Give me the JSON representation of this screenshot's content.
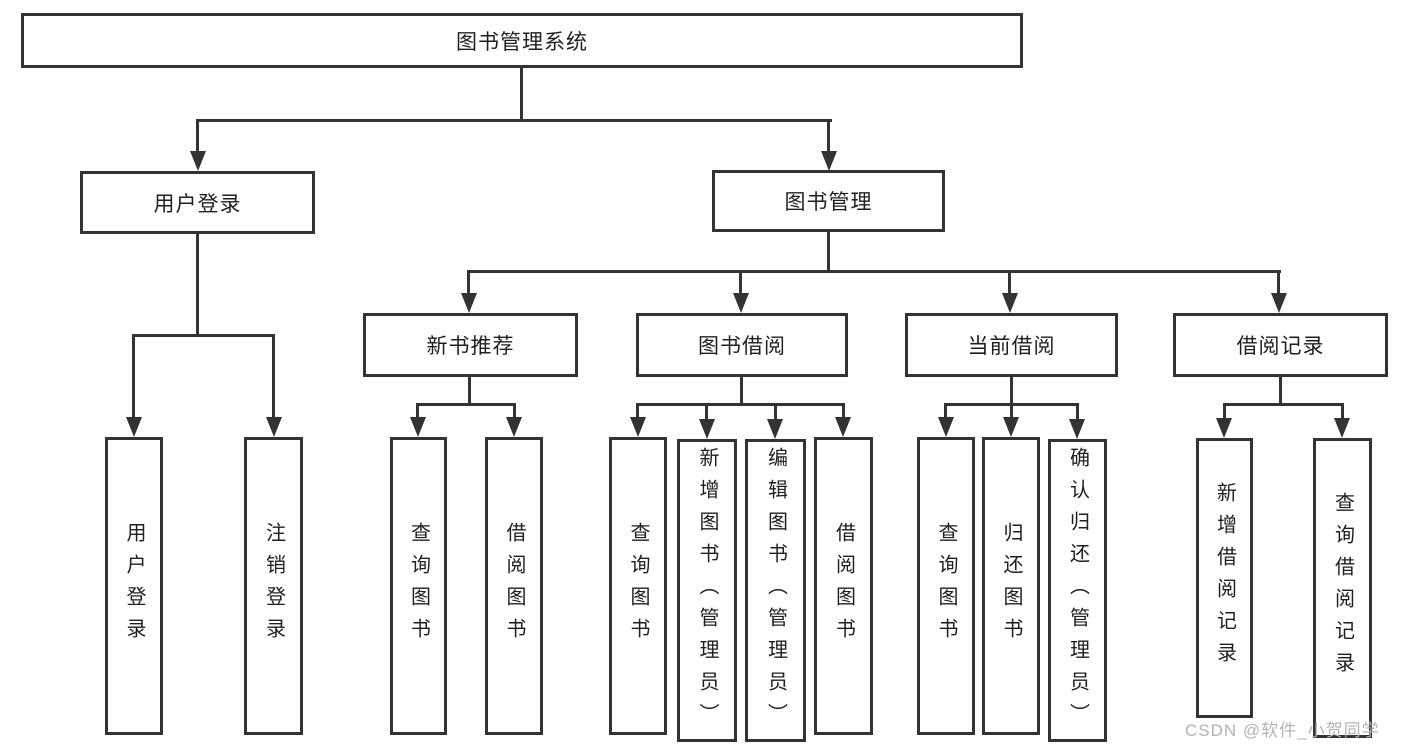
{
  "diagram": {
    "type": "tree",
    "title": "图书管理系统",
    "colors": {
      "line": "#333333",
      "text": "#1f1f1f",
      "watermark": "#b3b3b3",
      "background": "#ffffff"
    },
    "tree": {
      "root": {
        "label": "图书管理系统",
        "children": [
          {
            "label": "用户登录",
            "children": [
              {
                "label": "用户登录"
              },
              {
                "label": "注销登录"
              }
            ]
          },
          {
            "label": "图书管理",
            "children": [
              {
                "label": "新书推荐",
                "children": [
                  {
                    "label": "查询图书"
                  },
                  {
                    "label": "借阅图书"
                  }
                ]
              },
              {
                "label": "图书借阅",
                "children": [
                  {
                    "label": "查询图书"
                  },
                  {
                    "label": "新增图书（管理员）"
                  },
                  {
                    "label": "编辑图书（管理员）"
                  },
                  {
                    "label": "借阅图书"
                  }
                ]
              },
              {
                "label": "当前借阅",
                "children": [
                  {
                    "label": "查询图书"
                  },
                  {
                    "label": "归还图书"
                  },
                  {
                    "label": "确认归还（管理员）"
                  }
                ]
              },
              {
                "label": "借阅记录",
                "children": [
                  {
                    "label": "新增借阅记录"
                  },
                  {
                    "label": "查询借阅记录"
                  }
                ]
              }
            ]
          }
        ]
      }
    }
  },
  "watermark": {
    "text": "CSDN @软件_小贺同学"
  }
}
